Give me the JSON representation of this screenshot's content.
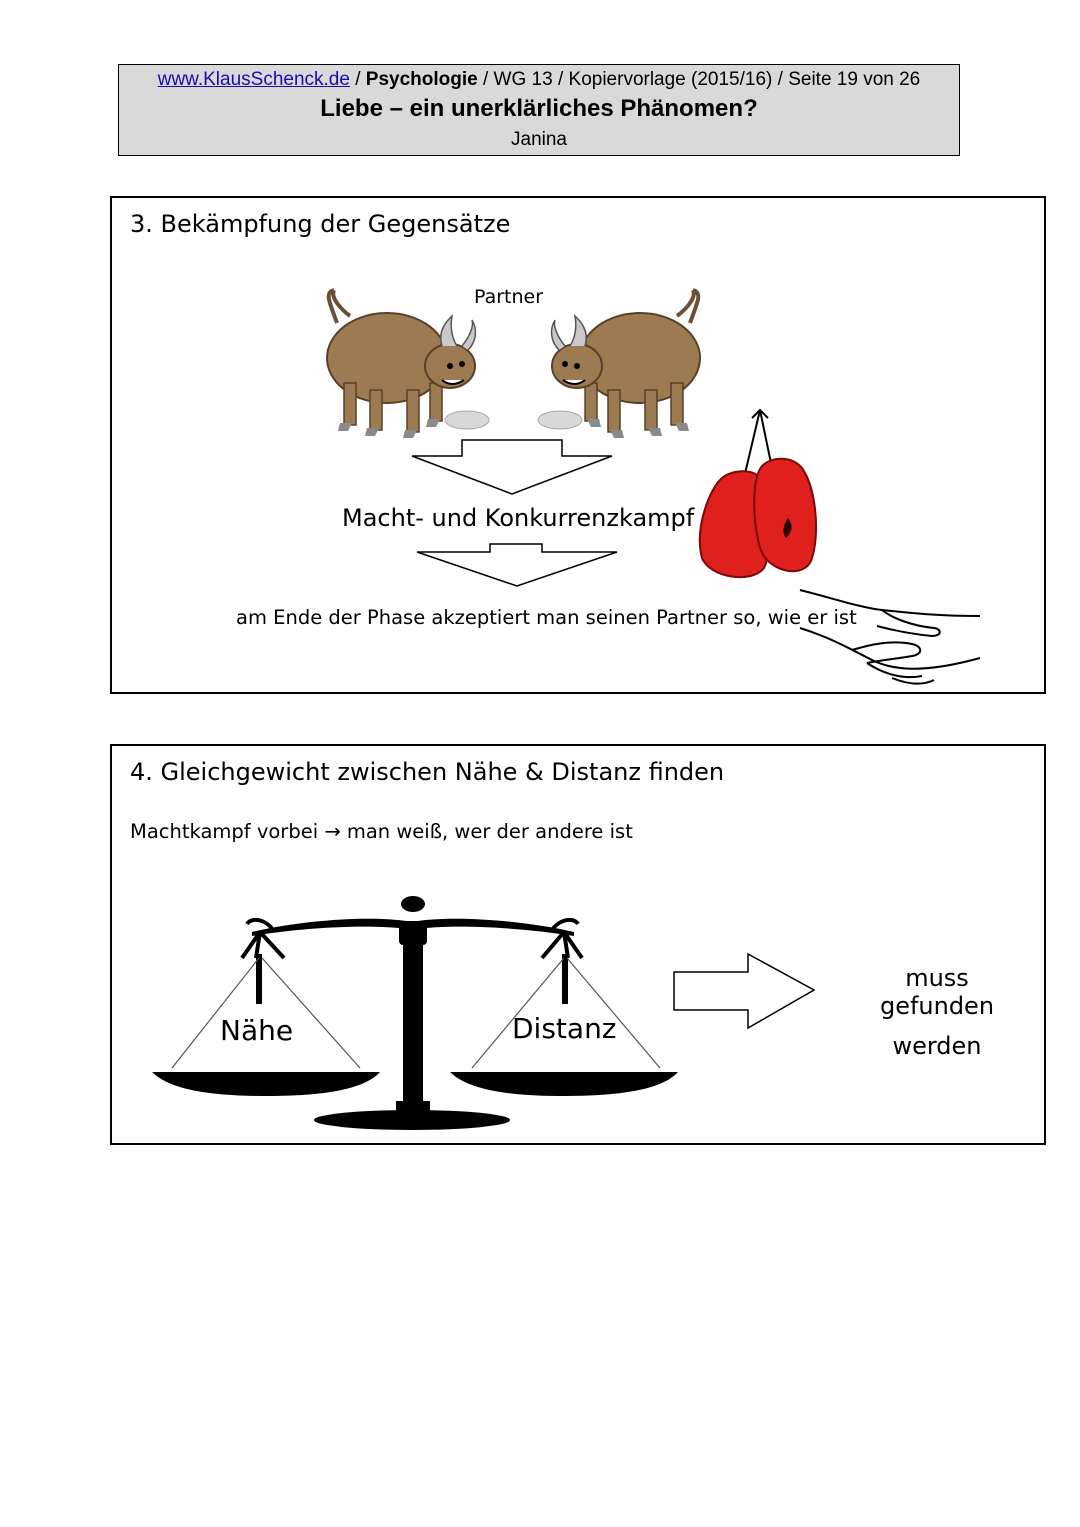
{
  "header": {
    "link_text": "www.KlausSchenck.de",
    "subject": "Psychologie",
    "rest": " / WG 13 / Kopiervorlage (2015/16) / Seite 19 von 26",
    "separator": " / ",
    "title": "Liebe – ein unerklärliches Phänomen?",
    "author": "Janina"
  },
  "section3": {
    "title": "3. Bekämpfung der Gegensätze",
    "partner_label": "Partner",
    "step1": "Macht- und Konkurrenzkampf",
    "step2": "am Ende der Phase akzeptiert man seinen Partner so, wie er ist"
  },
  "section4": {
    "title": "4. Gleichgewicht zwischen Nähe & Distanz finden",
    "subtitle": "Machtkampf vorbei → man weiß, wer der andere ist",
    "left_pan": "Nähe",
    "right_pan": "Distanz",
    "result_line1": "muss gefunden",
    "result_line2": "werden"
  },
  "colors": {
    "header_bg": "#d9d9d9",
    "link": "#1a0dab",
    "bull_body": "#9c7a52",
    "boxing_glove": "#e0201c"
  },
  "icons": [
    "bull-icon",
    "boxing-gloves-icon",
    "handshake-icon",
    "balance-scale-icon",
    "arrow-right-icon",
    "arrow-down-icon"
  ]
}
